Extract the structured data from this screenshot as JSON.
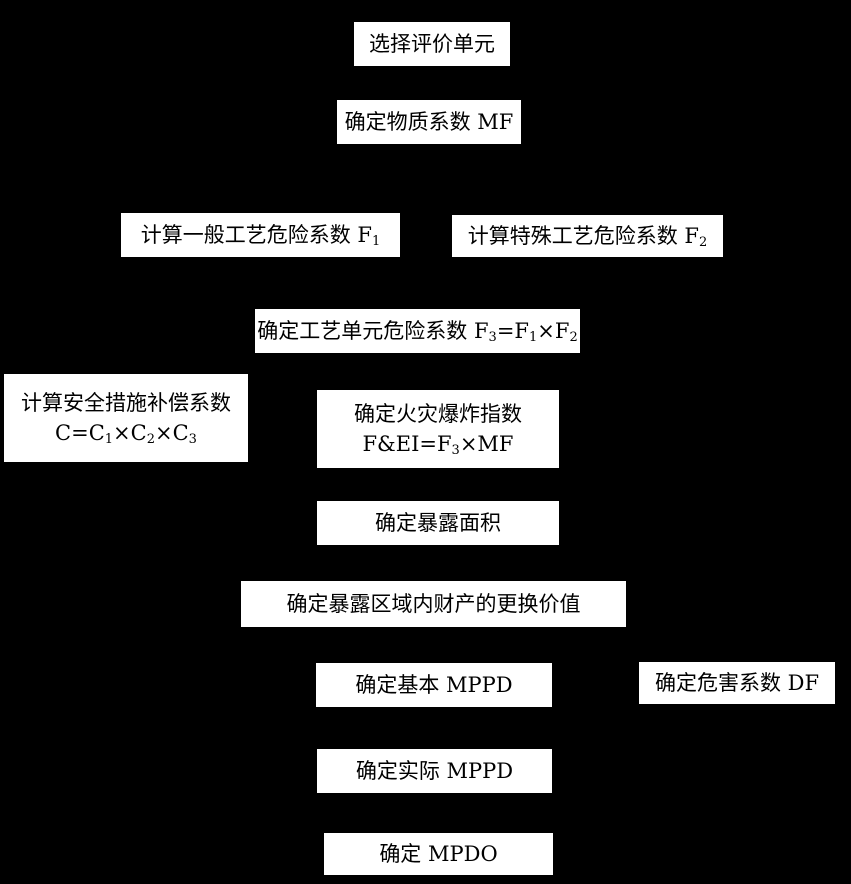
{
  "nodes": {
    "select_unit": {
      "text": "选择评价单元"
    },
    "material_factor": {
      "text": "确定物质系数 MF"
    },
    "general_process_hazard": {
      "text": "计算一般工艺危险系数 F",
      "sub": "1"
    },
    "special_process_hazard": {
      "text": "计算特殊工艺危险系数 F",
      "sub": "2"
    },
    "unit_hazard_factor": {
      "t1": "确定工艺单元危险系数 F",
      "s1": "3",
      "t2": "=F",
      "s2": "1",
      "t3": "×F",
      "s3": "2"
    },
    "safety_credit_factor": {
      "line1": "计算安全措施补偿系数",
      "l2a": "C=C",
      "l2s1": "1",
      "l2b": "×C",
      "l2s2": "2",
      "l2c": "×C",
      "l2s3": "3"
    },
    "fire_explosion_index": {
      "line1": "确定火灾爆炸指数",
      "l2a": "F&EI=F",
      "l2s": "3",
      "l2b": "×MF"
    },
    "exposure_area": {
      "text": "确定暴露面积"
    },
    "replacement_value": {
      "text": "确定暴露区域内财产的更换价值"
    },
    "base_mppd": {
      "text": "确定基本 MPPD"
    },
    "damage_factor": {
      "text": "确定危害系数 DF"
    },
    "actual_mppd": {
      "text": "确定实际 MPPD"
    },
    "mpdo": {
      "text": "确定 MPDO"
    }
  },
  "colors": {
    "background": "#000000",
    "box_fill": "#ffffff",
    "text": "#000000"
  }
}
